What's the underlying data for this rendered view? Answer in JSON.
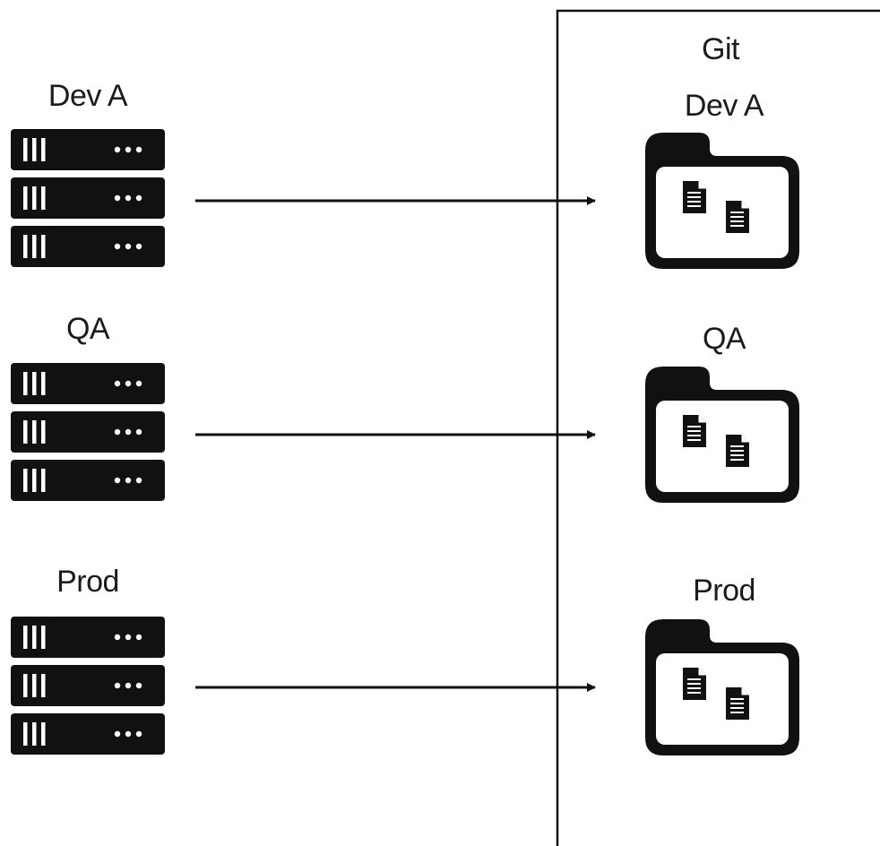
{
  "git_box": {
    "title": "Git"
  },
  "environments": [
    {
      "server_label": "Dev A",
      "repo_label": "Dev A"
    },
    {
      "server_label": "QA",
      "repo_label": "QA"
    },
    {
      "server_label": "Prod",
      "repo_label": "Prod"
    }
  ],
  "colors": {
    "ink": "#111111",
    "background": "#ffffff"
  },
  "icons": {
    "server": "server-rack-icon",
    "repo": "folder-with-files-icon"
  }
}
